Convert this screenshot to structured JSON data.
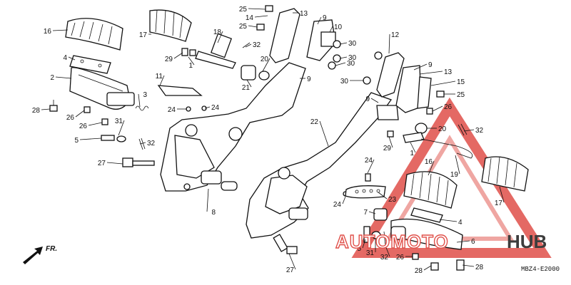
{
  "diagram": {
    "diagram_code": "MBZ4-E2000",
    "direction_label": "FR.",
    "callouts": [
      "16",
      "4",
      "2",
      "28",
      "26",
      "26",
      "5",
      "31",
      "32",
      "27",
      "3",
      "24",
      "24",
      "11",
      "17",
      "29",
      "1",
      "18",
      "25",
      "14",
      "25",
      "13",
      "9",
      "10",
      "30",
      "30",
      "30",
      "32",
      "20",
      "21",
      "9",
      "22",
      "8",
      "12",
      "9",
      "13",
      "15",
      "30",
      "9",
      "25",
      "26",
      "20",
      "32",
      "29",
      "1",
      "24",
      "23",
      "24",
      "7",
      "16",
      "19",
      "17",
      "4",
      "6",
      "5",
      "31",
      "32",
      "26",
      "28",
      "28",
      "27"
    ]
  },
  "watermark": {
    "brand_left": "AUTOMOTO",
    "brand_right": "HUB",
    "accent_color": "#e8453c",
    "mark_color": "#d9534f"
  },
  "colors": {
    "line": "#111111",
    "background": "#ffffff"
  }
}
